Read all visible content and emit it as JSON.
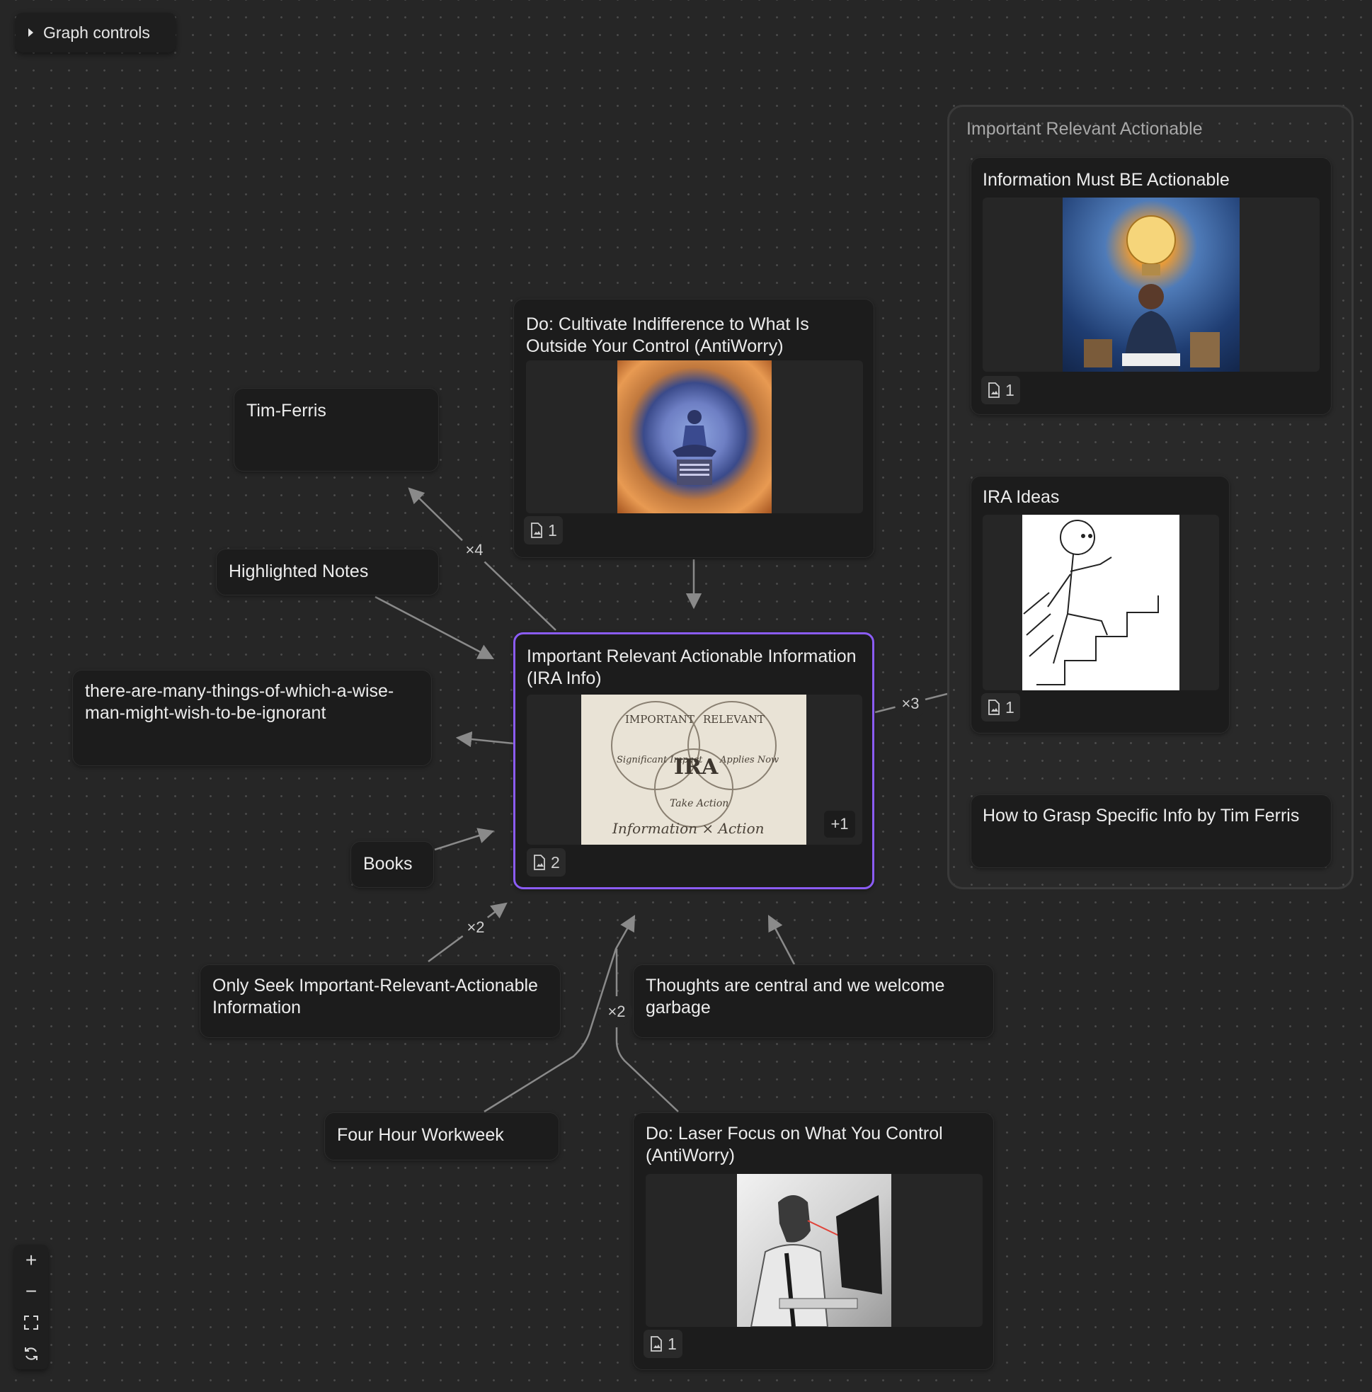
{
  "graph_controls": {
    "label": "Graph controls",
    "icon": "triangle-right-icon"
  },
  "group": {
    "title": "Important Relevant Actionable"
  },
  "nodes": {
    "cultivate": {
      "title": "Do: Cultivate Indifference to What Is Outside Your Control (AntiWorry)",
      "attachments": "1"
    },
    "tim_ferris": {
      "title": "Tim-Ferris"
    },
    "highlighted": {
      "title": "Highlighted Notes"
    },
    "wise": {
      "title": "there-are-many-things-of-which-a-wise-man-might-wish-to-be-ignorant"
    },
    "ira_info": {
      "title": "Important Relevant Actionable Information (IRA Info)",
      "attachments": "2",
      "more_images": "+1",
      "image_text": {
        "important": "IMPORTANT",
        "relevant": "RELEVANT",
        "significant": "Significant Impact",
        "applies": "Applies Now",
        "ira": "IRA",
        "take_action": "Take Action",
        "formula": "Information × Action"
      }
    },
    "books": {
      "title": "Books"
    },
    "only_seek": {
      "title": "Only Seek Important-Relevant-Actionable Information"
    },
    "thoughts": {
      "title": "Thoughts are central and we welcome garbage"
    },
    "four_hour": {
      "title": "Four Hour Workweek"
    },
    "laser": {
      "title": "Do: Laser Focus on What You Control (AntiWorry)",
      "attachments": "1"
    },
    "must_be": {
      "title": "Information Must BE Actionable",
      "attachments": "1"
    },
    "ira_ideas": {
      "title": "IRA Ideas",
      "attachments": "1"
    },
    "grasp": {
      "title": "How to Grasp Specific Info by Tim Ferris"
    }
  },
  "edge_badges": {
    "x4": "×4",
    "x3": "×3",
    "x2_left": "×2",
    "x2_bottom": "×2"
  },
  "zoom_controls": {
    "zoom_in": "+",
    "zoom_out": "−",
    "fit": "fit-view-icon",
    "reset": "refresh-icon"
  },
  "colors": {
    "background": "#262626",
    "card": "#1c1c1c",
    "selected_border": "#8b5cf6",
    "edge": "#8a8a8a"
  }
}
